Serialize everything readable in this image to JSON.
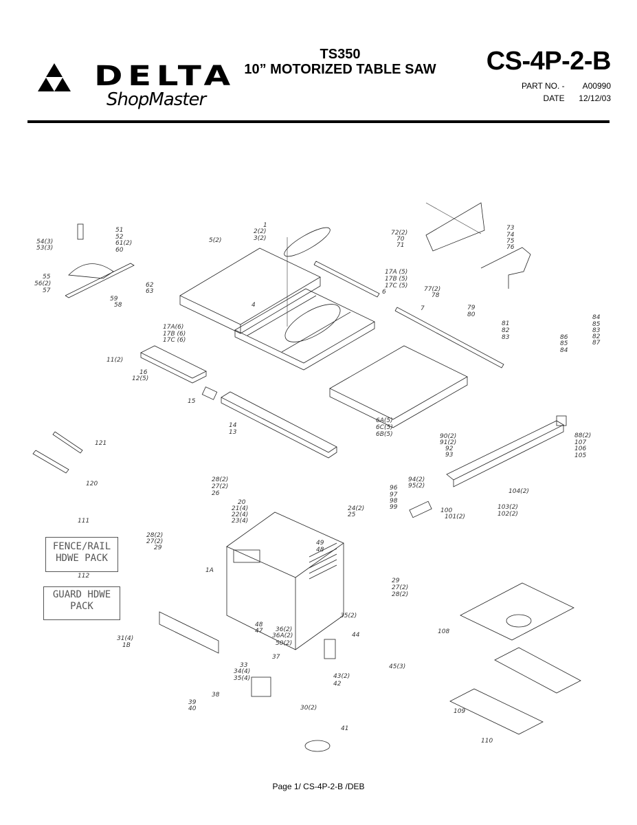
{
  "header": {
    "brand": "DELTA",
    "sub_brand": "ShopMaster",
    "model": "TS350",
    "product_name": "10” MOTORIZED TABLE SAW",
    "doc_code": "CS-4P-2-B",
    "part_no_label": "PART NO. -",
    "part_no_value": "A00990",
    "date_label": "DATE",
    "date_value": "12/12/03"
  },
  "hardware_packs": [
    {
      "ref": "111",
      "label_line1": "FENCE/RAIL",
      "label_line2": "HDWE PACK"
    },
    {
      "ref": "112",
      "label_line1": "GUARD HDWE",
      "label_line2": "PACK"
    }
  ],
  "callouts": [
    {
      "id": "c1",
      "text": "1"
    },
    {
      "id": "c2",
      "text": "2(2)"
    },
    {
      "id": "c3",
      "text": "3(2)"
    },
    {
      "id": "c5",
      "text": "5(2)"
    },
    {
      "id": "c4",
      "text": "4"
    },
    {
      "id": "c6",
      "text": "6"
    },
    {
      "id": "c7",
      "text": "7"
    },
    {
      "id": "c17a5",
      "text": "17A (5)"
    },
    {
      "id": "c17b5",
      "text": "17B (5)"
    },
    {
      "id": "c17c5",
      "text": "17C (5)"
    },
    {
      "id": "c17a6",
      "text": "17A(6)"
    },
    {
      "id": "c17b6",
      "text": "17B (6)"
    },
    {
      "id": "c17c6",
      "text": "17C (6)"
    },
    {
      "id": "c51",
      "text": "51"
    },
    {
      "id": "c52",
      "text": "52"
    },
    {
      "id": "c61",
      "text": "61(2)"
    },
    {
      "id": "c60",
      "text": "60"
    },
    {
      "id": "c54",
      "text": "54(3)"
    },
    {
      "id": "c53",
      "text": "53(3)"
    },
    {
      "id": "c55",
      "text": "55"
    },
    {
      "id": "c56",
      "text": "56(2)"
    },
    {
      "id": "c57",
      "text": "57"
    },
    {
      "id": "c59",
      "text": "59"
    },
    {
      "id": "c58",
      "text": "58"
    },
    {
      "id": "c62",
      "text": "62"
    },
    {
      "id": "c63",
      "text": "63"
    },
    {
      "id": "c72",
      "text": "72(2)"
    },
    {
      "id": "c70",
      "text": "70"
    },
    {
      "id": "c71",
      "text": "71"
    },
    {
      "id": "c73",
      "text": "73"
    },
    {
      "id": "c74",
      "text": "74"
    },
    {
      "id": "c75",
      "text": "75"
    },
    {
      "id": "c76",
      "text": "76"
    },
    {
      "id": "c77",
      "text": "77(2)"
    },
    {
      "id": "c78",
      "text": "78"
    },
    {
      "id": "c79",
      "text": "79"
    },
    {
      "id": "c80",
      "text": "80"
    },
    {
      "id": "c81",
      "text": "81"
    },
    {
      "id": "c82a",
      "text": "82"
    },
    {
      "id": "c83a",
      "text": "83"
    },
    {
      "id": "c84a",
      "text": "84"
    },
    {
      "id": "c85a",
      "text": "85"
    },
    {
      "id": "c83b",
      "text": "83"
    },
    {
      "id": "c82b",
      "text": "82"
    },
    {
      "id": "c87",
      "text": "87"
    },
    {
      "id": "c86",
      "text": "86"
    },
    {
      "id": "c85b",
      "text": "85"
    },
    {
      "id": "c84b",
      "text": "84"
    },
    {
      "id": "c11",
      "text": "11(2)"
    },
    {
      "id": "c16",
      "text": "16"
    },
    {
      "id": "c12",
      "text": "12(5)"
    },
    {
      "id": "c15",
      "text": "15"
    },
    {
      "id": "c14",
      "text": "14"
    },
    {
      "id": "c13",
      "text": "13"
    },
    {
      "id": "c6a",
      "text": "6A(5)"
    },
    {
      "id": "c6c",
      "text": "6C(5)"
    },
    {
      "id": "c6b",
      "text": "6B(5)"
    },
    {
      "id": "c121",
      "text": "121"
    },
    {
      "id": "c120",
      "text": "120"
    },
    {
      "id": "c90",
      "text": "90(2)"
    },
    {
      "id": "c91",
      "text": "91(2)"
    },
    {
      "id": "c92",
      "text": "92"
    },
    {
      "id": "c93",
      "text": "93"
    },
    {
      "id": "c88",
      "text": "88(2)"
    },
    {
      "id": "c107",
      "text": "107"
    },
    {
      "id": "c106",
      "text": "106"
    },
    {
      "id": "c105",
      "text": "105"
    },
    {
      "id": "c94",
      "text": "94(2)"
    },
    {
      "id": "c95",
      "text": "95(2)"
    },
    {
      "id": "c104",
      "text": "104(2)"
    },
    {
      "id": "c96",
      "text": "96"
    },
    {
      "id": "c97",
      "text": "97"
    },
    {
      "id": "c98",
      "text": "98"
    },
    {
      "id": "c99",
      "text": "99"
    },
    {
      "id": "c100",
      "text": "100"
    },
    {
      "id": "c101",
      "text": "101(2)"
    },
    {
      "id": "c103",
      "text": "103(2)"
    },
    {
      "id": "c102",
      "text": "102(2)"
    },
    {
      "id": "c28a",
      "text": "28(2)"
    },
    {
      "id": "c27a",
      "text": "27(2)"
    },
    {
      "id": "c26",
      "text": "26"
    },
    {
      "id": "c20",
      "text": "20"
    },
    {
      "id": "c21",
      "text": "21(4)"
    },
    {
      "id": "c22",
      "text": "22(4)"
    },
    {
      "id": "c23",
      "text": "23(4)"
    },
    {
      "id": "c24",
      "text": "24(2)"
    },
    {
      "id": "c25",
      "text": "25"
    },
    {
      "id": "c28b",
      "text": "28(2)"
    },
    {
      "id": "c27b",
      "text": "27(2)"
    },
    {
      "id": "c29a",
      "text": "29"
    },
    {
      "id": "c49",
      "text": "49"
    },
    {
      "id": "c48a",
      "text": "48"
    },
    {
      "id": "c1a",
      "text": "1A"
    },
    {
      "id": "c29b",
      "text": "29"
    },
    {
      "id": "c27c",
      "text": "27(2)"
    },
    {
      "id": "c28c",
      "text": "28(2)"
    },
    {
      "id": "c35a",
      "text": "35(2)"
    },
    {
      "id": "c48b",
      "text": "48"
    },
    {
      "id": "c47",
      "text": "47"
    },
    {
      "id": "c36",
      "text": "36(2)"
    },
    {
      "id": "c36a",
      "text": "36A(2)"
    },
    {
      "id": "c50",
      "text": "50(2)"
    },
    {
      "id": "c31",
      "text": "31(4)"
    },
    {
      "id": "c1b",
      "text": "1B"
    },
    {
      "id": "c44",
      "text": "44"
    },
    {
      "id": "c37",
      "text": "37"
    },
    {
      "id": "c33",
      "text": "33"
    },
    {
      "id": "c34",
      "text": "34(4)"
    },
    {
      "id": "c35b",
      "text": "35(4)"
    },
    {
      "id": "c43",
      "text": "43(2)"
    },
    {
      "id": "c42",
      "text": "42"
    },
    {
      "id": "c45",
      "text": "45(3)"
    },
    {
      "id": "c38",
      "text": "38"
    },
    {
      "id": "c39",
      "text": "39"
    },
    {
      "id": "c40",
      "text": "40"
    },
    {
      "id": "c30",
      "text": "30(2)"
    },
    {
      "id": "c41",
      "text": "41"
    },
    {
      "id": "c108",
      "text": "108"
    },
    {
      "id": "c109",
      "text": "109"
    },
    {
      "id": "c110",
      "text": "110"
    },
    {
      "id": "c111",
      "text": "111"
    },
    {
      "id": "c112",
      "text": "112"
    }
  ],
  "footer": {
    "text": "Page 1/ CS-4P-2-B /DEB"
  }
}
